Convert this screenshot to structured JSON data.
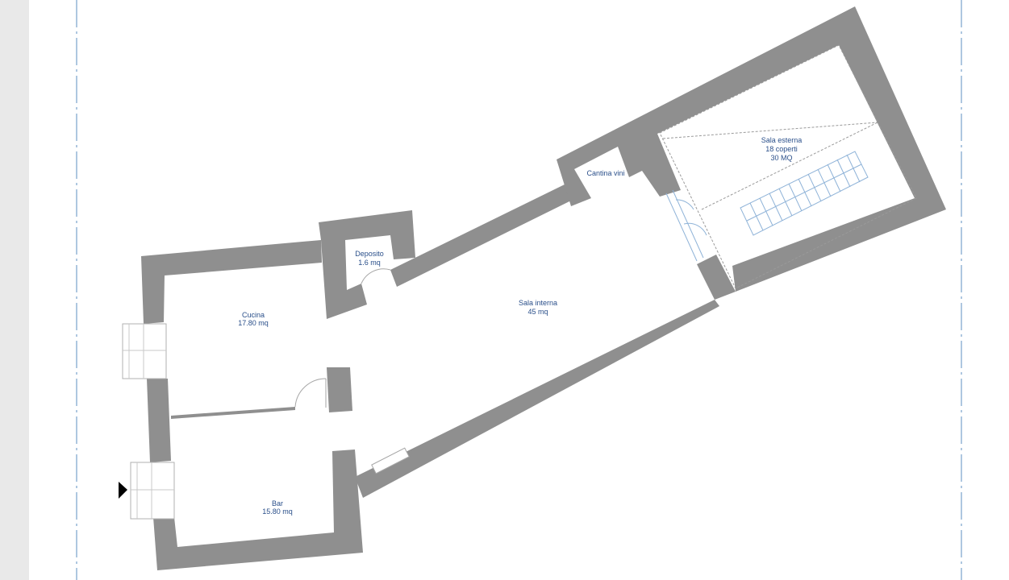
{
  "floorplan": {
    "rooms": [
      {
        "id": "cucina",
        "name": "Cucina",
        "area": "17.80 mq"
      },
      {
        "id": "bar",
        "name": "Bar",
        "area": "15.80 mq"
      },
      {
        "id": "deposito",
        "name": "Deposito",
        "area": "1.6 mq"
      },
      {
        "id": "sala-interna",
        "name": "Sala interna",
        "area": "45 mq"
      },
      {
        "id": "cantina",
        "name": "Cantina vini"
      },
      {
        "id": "sala-esterna",
        "name": "Sala esterna",
        "seats": "18 coperti",
        "area": "30 MQ"
      }
    ]
  },
  "colors": {
    "wall": "#8f8f8f",
    "label": "#2a4f8a",
    "guide": "#5c8fc0",
    "gutter": "#e9e9e9"
  }
}
